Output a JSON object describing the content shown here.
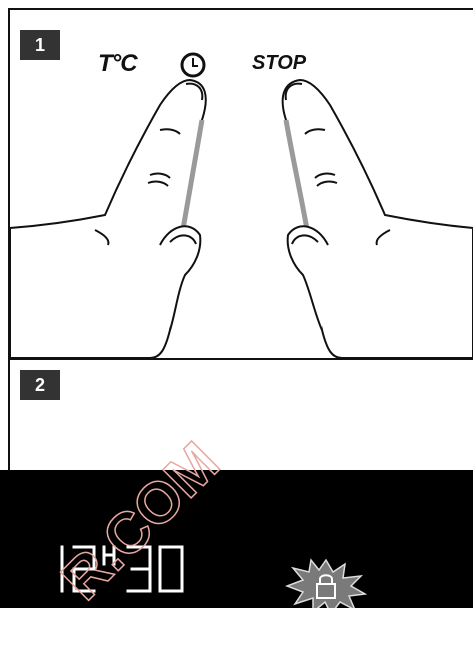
{
  "panel1": {
    "step_number": "1",
    "button_labels": {
      "temperature": "T°C",
      "stop": "STOP"
    },
    "icons": [
      "clock-icon"
    ]
  },
  "panel2": {
    "step_number": "2",
    "display": {
      "hours": "12",
      "hour_marker": "H",
      "minutes": "30",
      "icons": [
        "lock-icon"
      ]
    }
  },
  "watermark": {
    "text": "R.COM"
  },
  "colors": {
    "outline": "#111111",
    "badge": "#333333",
    "display_band": "#000000",
    "finger_shadow": "#9a9a9a"
  }
}
